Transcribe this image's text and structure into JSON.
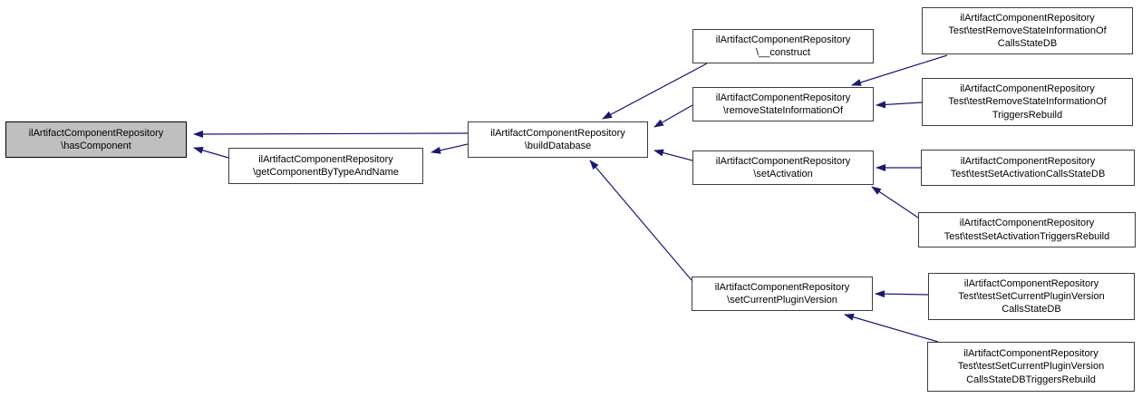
{
  "graph": {
    "type": "caller-graph",
    "edge_color": "#191970",
    "highlight_fill": "#bfbfbf",
    "node_fill": "#ffffff",
    "node_border": "#3c3c3c",
    "nodes": [
      {
        "id": "hasComponent",
        "label": "ilArtifactComponentRepository\n\\hasComponent",
        "highlighted": true
      },
      {
        "id": "getComponentByTypeAndName",
        "label": "ilArtifactComponentRepository\n\\getComponentByTypeAndName",
        "highlighted": false
      },
      {
        "id": "buildDatabase",
        "label": "ilArtifactComponentRepository\n\\buildDatabase",
        "highlighted": false
      },
      {
        "id": "construct",
        "label": "ilArtifactComponentRepository\n\\__construct",
        "highlighted": false
      },
      {
        "id": "removeStateInformationOf",
        "label": "ilArtifactComponentRepository\n\\removeStateInformationOf",
        "highlighted": false
      },
      {
        "id": "setActivation",
        "label": "ilArtifactComponentRepository\n\\setActivation",
        "highlighted": false
      },
      {
        "id": "setCurrentPluginVersion",
        "label": "ilArtifactComponentRepository\n\\setCurrentPluginVersion",
        "highlighted": false
      },
      {
        "id": "testRemoveStateInformationOfCallsStateDB",
        "label": "ilArtifactComponentRepository\nTest\\testRemoveStateInformationOf\nCallsStateDB",
        "highlighted": false
      },
      {
        "id": "testRemoveStateInformationOfTriggersRebuild",
        "label": "ilArtifactComponentRepository\nTest\\testRemoveStateInformationOf\nTriggersRebuild",
        "highlighted": false
      },
      {
        "id": "testSetActivationCallsStateDB",
        "label": "ilArtifactComponentRepository\nTest\\testSetActivationCallsStateDB",
        "highlighted": false
      },
      {
        "id": "testSetActivationTriggersRebuild",
        "label": "ilArtifactComponentRepository\nTest\\testSetActivationTriggersRebuild",
        "highlighted": false
      },
      {
        "id": "testSetCurrentPluginVersionCallsStateDB",
        "label": "ilArtifactComponentRepository\nTest\\testSetCurrentPluginVersion\nCallsStateDB",
        "highlighted": false
      },
      {
        "id": "testSetCurrentPluginVersionCallsStateDBTriggersRebuild",
        "label": "ilArtifactComponentRepository\nTest\\testSetCurrentPluginVersion\nCallsStateDBTriggersRebuild",
        "highlighted": false
      }
    ],
    "edges": [
      {
        "from": "buildDatabase",
        "to": "hasComponent"
      },
      {
        "from": "getComponentByTypeAndName",
        "to": "hasComponent"
      },
      {
        "from": "buildDatabase",
        "to": "getComponentByTypeAndName"
      },
      {
        "from": "construct",
        "to": "buildDatabase"
      },
      {
        "from": "removeStateInformationOf",
        "to": "buildDatabase"
      },
      {
        "from": "setActivation",
        "to": "buildDatabase"
      },
      {
        "from": "setCurrentPluginVersion",
        "to": "buildDatabase"
      },
      {
        "from": "testRemoveStateInformationOfCallsStateDB",
        "to": "removeStateInformationOf"
      },
      {
        "from": "testRemoveStateInformationOfTriggersRebuild",
        "to": "removeStateInformationOf"
      },
      {
        "from": "testSetActivationCallsStateDB",
        "to": "setActivation"
      },
      {
        "from": "testSetActivationTriggersRebuild",
        "to": "setActivation"
      },
      {
        "from": "testSetCurrentPluginVersionCallsStateDB",
        "to": "setCurrentPluginVersion"
      },
      {
        "from": "testSetCurrentPluginVersionCallsStateDBTriggersRebuild",
        "to": "setCurrentPluginVersion"
      }
    ]
  }
}
